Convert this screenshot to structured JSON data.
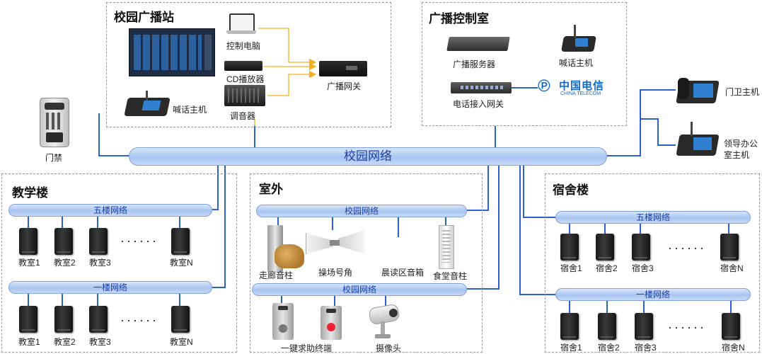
{
  "campus_station": {
    "title": "校园广播站",
    "control_pc": "控制电脑",
    "cd_player": "CD播放器",
    "mixer": "调音器",
    "broadcast_gateway": "广播网关",
    "intercom_host": "喊话主机"
  },
  "control_room": {
    "title": "广播控制室",
    "server": "广播服务器",
    "intercom_host": "喊话主机",
    "phone_gateway": "电话接入网关",
    "telecom_logo_cn": "中国电信",
    "telecom_logo_en": "CHINA TELECOM"
  },
  "access_control": "门禁",
  "campus_network": "校园网络",
  "gate_host": "门卫主机",
  "leader_office_host": [
    "领导办公",
    "室主机"
  ],
  "teaching_building": {
    "title": "教学楼",
    "floor5": "五楼网络",
    "floor1": "一楼网络",
    "rooms": [
      "教室1",
      "教室2",
      "教室3",
      "教室N"
    ],
    "ellipsis": "······"
  },
  "outdoor": {
    "title": "室外",
    "net_top": "校园网络",
    "net_bottom": "校园网络",
    "corridor_column": "走廊音柱",
    "playground_horn": "操场号角",
    "reading_speaker": "晨读区音箱",
    "canteen_column": "食堂音柱",
    "sos_terminal": "一键求助终端",
    "camera": "摄像头"
  },
  "dormitory": {
    "title": "宿舍楼",
    "floor5": "五楼网络",
    "floor1": "一楼网络",
    "rooms": [
      "宿舍1",
      "宿舍2",
      "宿舍3",
      "宿舍N"
    ],
    "ellipsis": "······"
  },
  "colors": {
    "wire": "#2c5fd0",
    "arrow": "#f2b01e",
    "tube": "#a9c4ef",
    "border": "#9a9a9a"
  }
}
